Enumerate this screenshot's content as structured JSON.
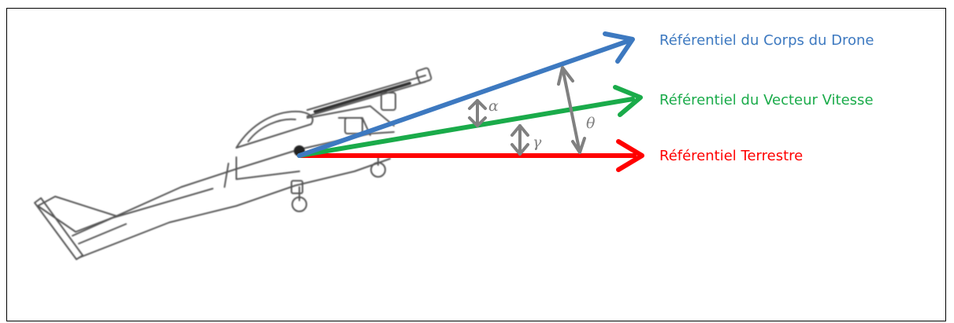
{
  "colors": {
    "body_frame": "#3d79c0",
    "velocity_frame": "#1aab4a",
    "earth_frame": "#ff0000",
    "angle_marks": "#808080",
    "drone_outline": "#555555"
  },
  "labels": {
    "body_frame": "Référentiel du Corps du Drone",
    "velocity_frame": "Référentiel du Vecteur Vitesse",
    "earth_frame": "Référentiel Terrestre"
  },
  "angles": {
    "alpha": "α",
    "gamma": "γ",
    "theta": "θ"
  },
  "icons": {
    "drone": "airplane-drone-icon"
  }
}
